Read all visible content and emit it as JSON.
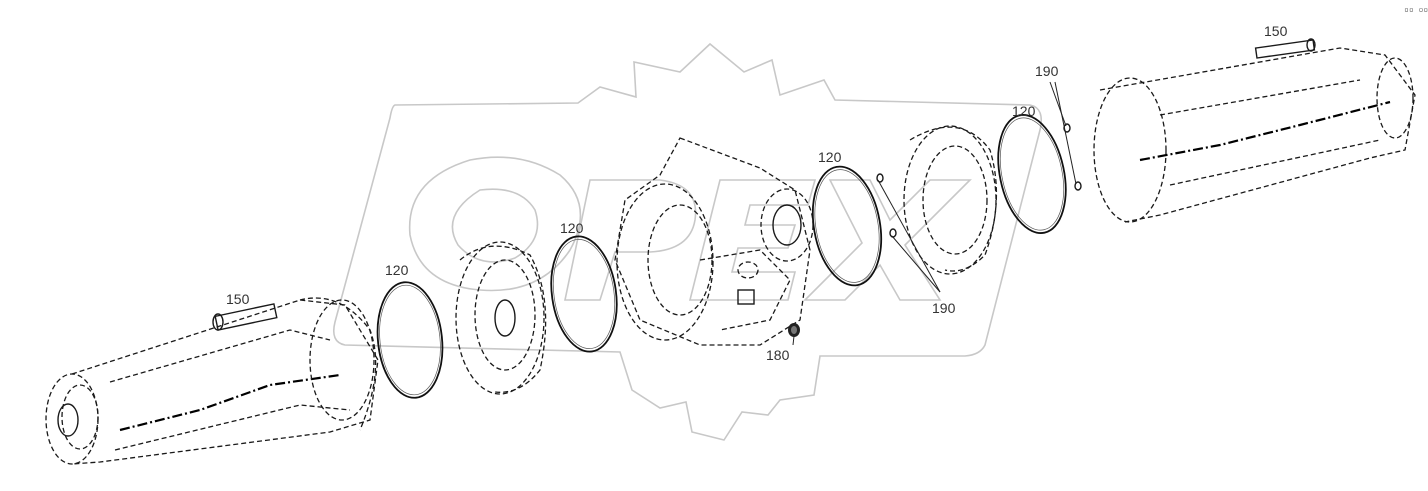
{
  "corner_mark": "▫▫ ▫▫▫",
  "callouts": {
    "bolt_left": "150",
    "bolt_right": "150",
    "oring_1": "120",
    "oring_2": "120",
    "oring_3": "120",
    "oring_4": "120",
    "plug": "180",
    "shim_top": "190",
    "shim_bottom": "190"
  },
  "watermark_text": "OPEX"
}
